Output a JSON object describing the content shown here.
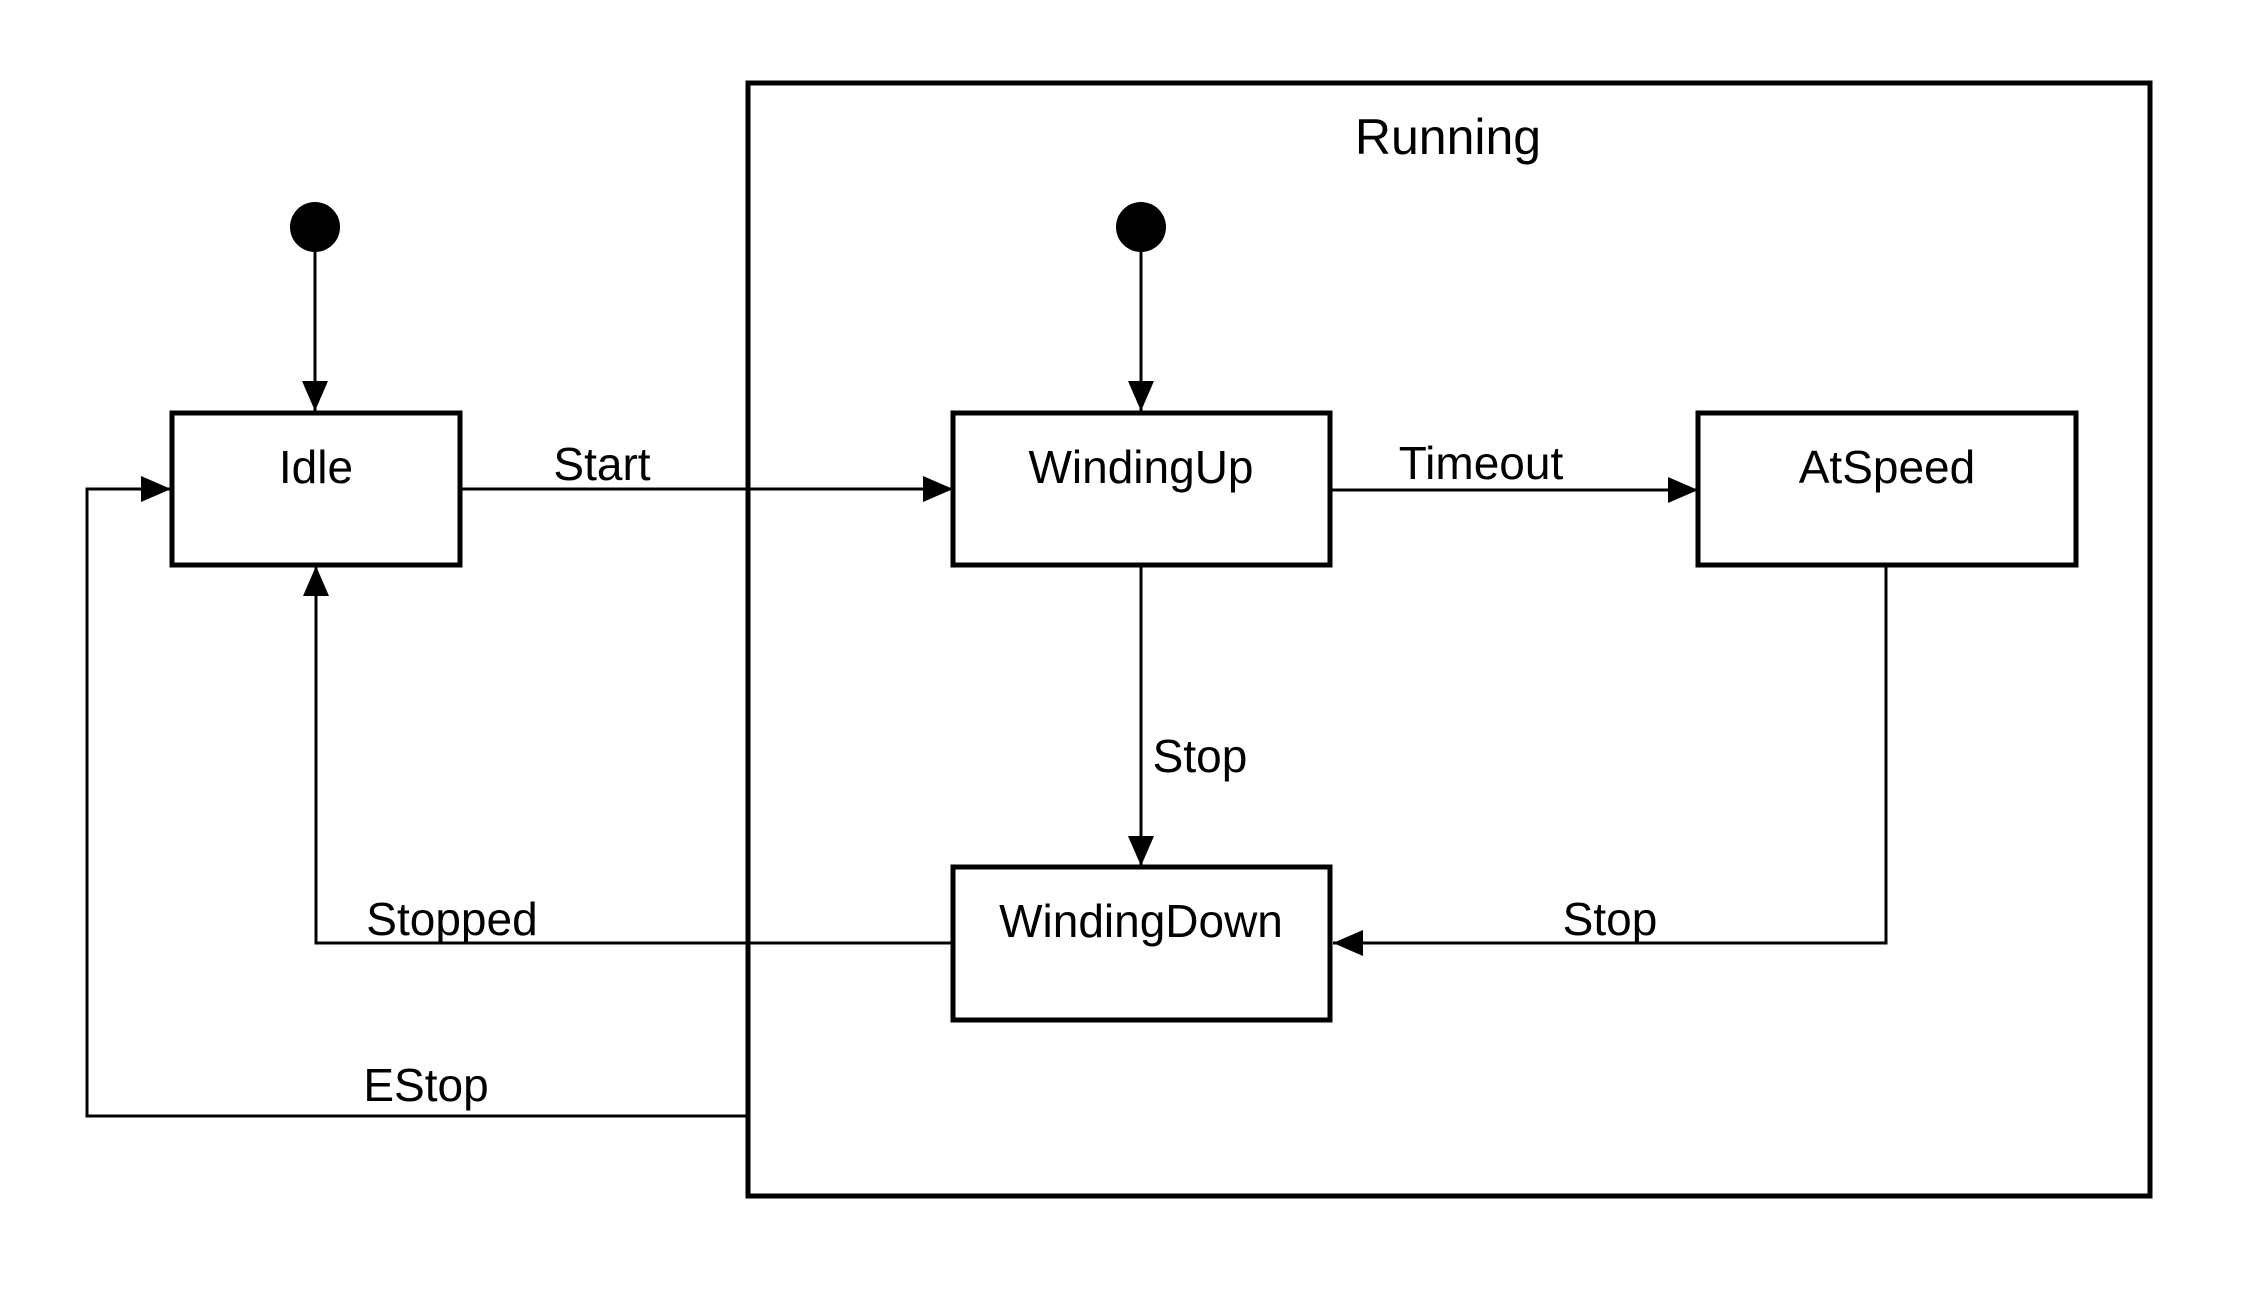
{
  "diagram": {
    "type": "uml-state-machine",
    "background_color": "#ffffff",
    "line_color": "#000000",
    "composite_state": {
      "label": "Running",
      "contains": [
        "WindingUp",
        "AtSpeed",
        "WindingDown"
      ]
    },
    "states": [
      {
        "id": "idle",
        "label": "Idle"
      },
      {
        "id": "windingup",
        "label": "WindingUp"
      },
      {
        "id": "atspeed",
        "label": "AtSpeed"
      },
      {
        "id": "windingdown",
        "label": "WindingDown"
      }
    ],
    "initial_markers": [
      {
        "id": "initial-main",
        "points_to": "Idle"
      },
      {
        "id": "initial-running",
        "points_to": "WindingUp"
      }
    ],
    "transitions": [
      {
        "from": "initial-main",
        "to": "Idle",
        "label": ""
      },
      {
        "from": "Idle",
        "to": "WindingUp",
        "label": "Start"
      },
      {
        "from": "initial-running",
        "to": "WindingUp",
        "label": ""
      },
      {
        "from": "WindingUp",
        "to": "AtSpeed",
        "label": "Timeout"
      },
      {
        "from": "WindingUp",
        "to": "WindingDown",
        "label": "Stop"
      },
      {
        "from": "AtSpeed",
        "to": "WindingDown",
        "label": "Stop"
      },
      {
        "from": "WindingDown",
        "to": "Idle",
        "label": "Stopped"
      },
      {
        "from": "Running",
        "to": "Idle",
        "label": "EStop"
      }
    ]
  }
}
